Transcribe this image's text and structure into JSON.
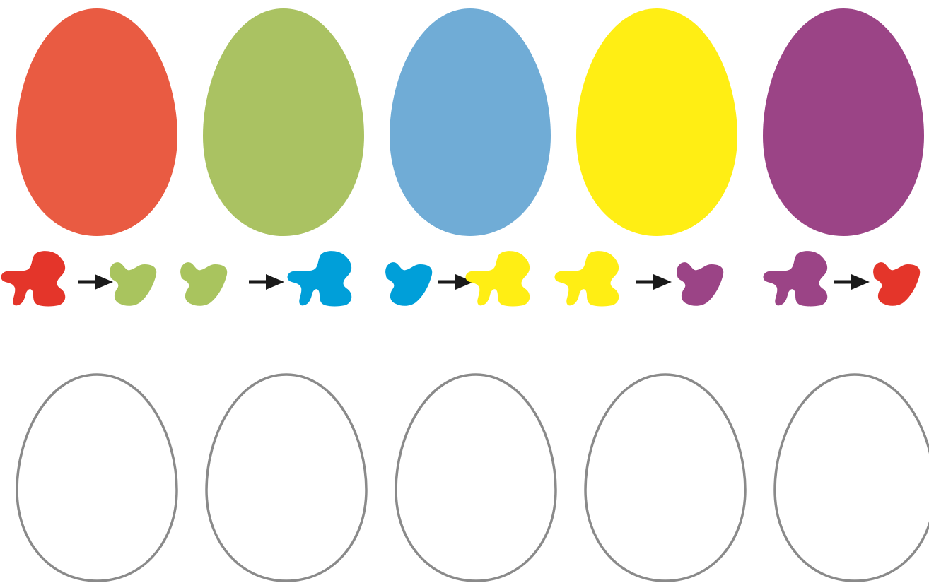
{
  "palette": {
    "red": "#E95B42",
    "green": "#AAC262",
    "blue": "#70ACD6",
    "yellow": "#FFEE14",
    "purple": "#9B4486",
    "outline": "#8A8A8A",
    "arrow": "#1A1A1A"
  },
  "colored_eggs": [
    {
      "color": "red"
    },
    {
      "color": "green"
    },
    {
      "color": "blue"
    },
    {
      "color": "yellow"
    },
    {
      "color": "purple"
    }
  ],
  "outline_eggs": [
    {
      "color": "outline"
    },
    {
      "color": "outline"
    },
    {
      "color": "outline"
    },
    {
      "color": "outline"
    },
    {
      "color": "outline"
    }
  ],
  "pattern_pairs": [
    {
      "from": {
        "shape": "cross",
        "color": "red"
      },
      "to": {
        "shape": "heart",
        "color": "green"
      }
    },
    {
      "from": {
        "shape": "heart",
        "color": "green"
      },
      "to": {
        "shape": "cross",
        "color": "blue"
      }
    },
    {
      "from": {
        "shape": "heart",
        "color": "blue"
      },
      "to": {
        "shape": "cross",
        "color": "yellow"
      }
    },
    {
      "from": {
        "shape": "cross",
        "color": "yellow"
      },
      "to": {
        "shape": "heart",
        "color": "purple"
      }
    },
    {
      "from": {
        "shape": "cross",
        "color": "purple"
      },
      "to": {
        "shape": "heart",
        "color": "red"
      }
    }
  ],
  "pair_blob_colors": {
    "red": "#E4352A",
    "green": "#A9C45E",
    "blue": "#009FD9",
    "yellow": "#FFEE14",
    "purple": "#9B4486"
  }
}
